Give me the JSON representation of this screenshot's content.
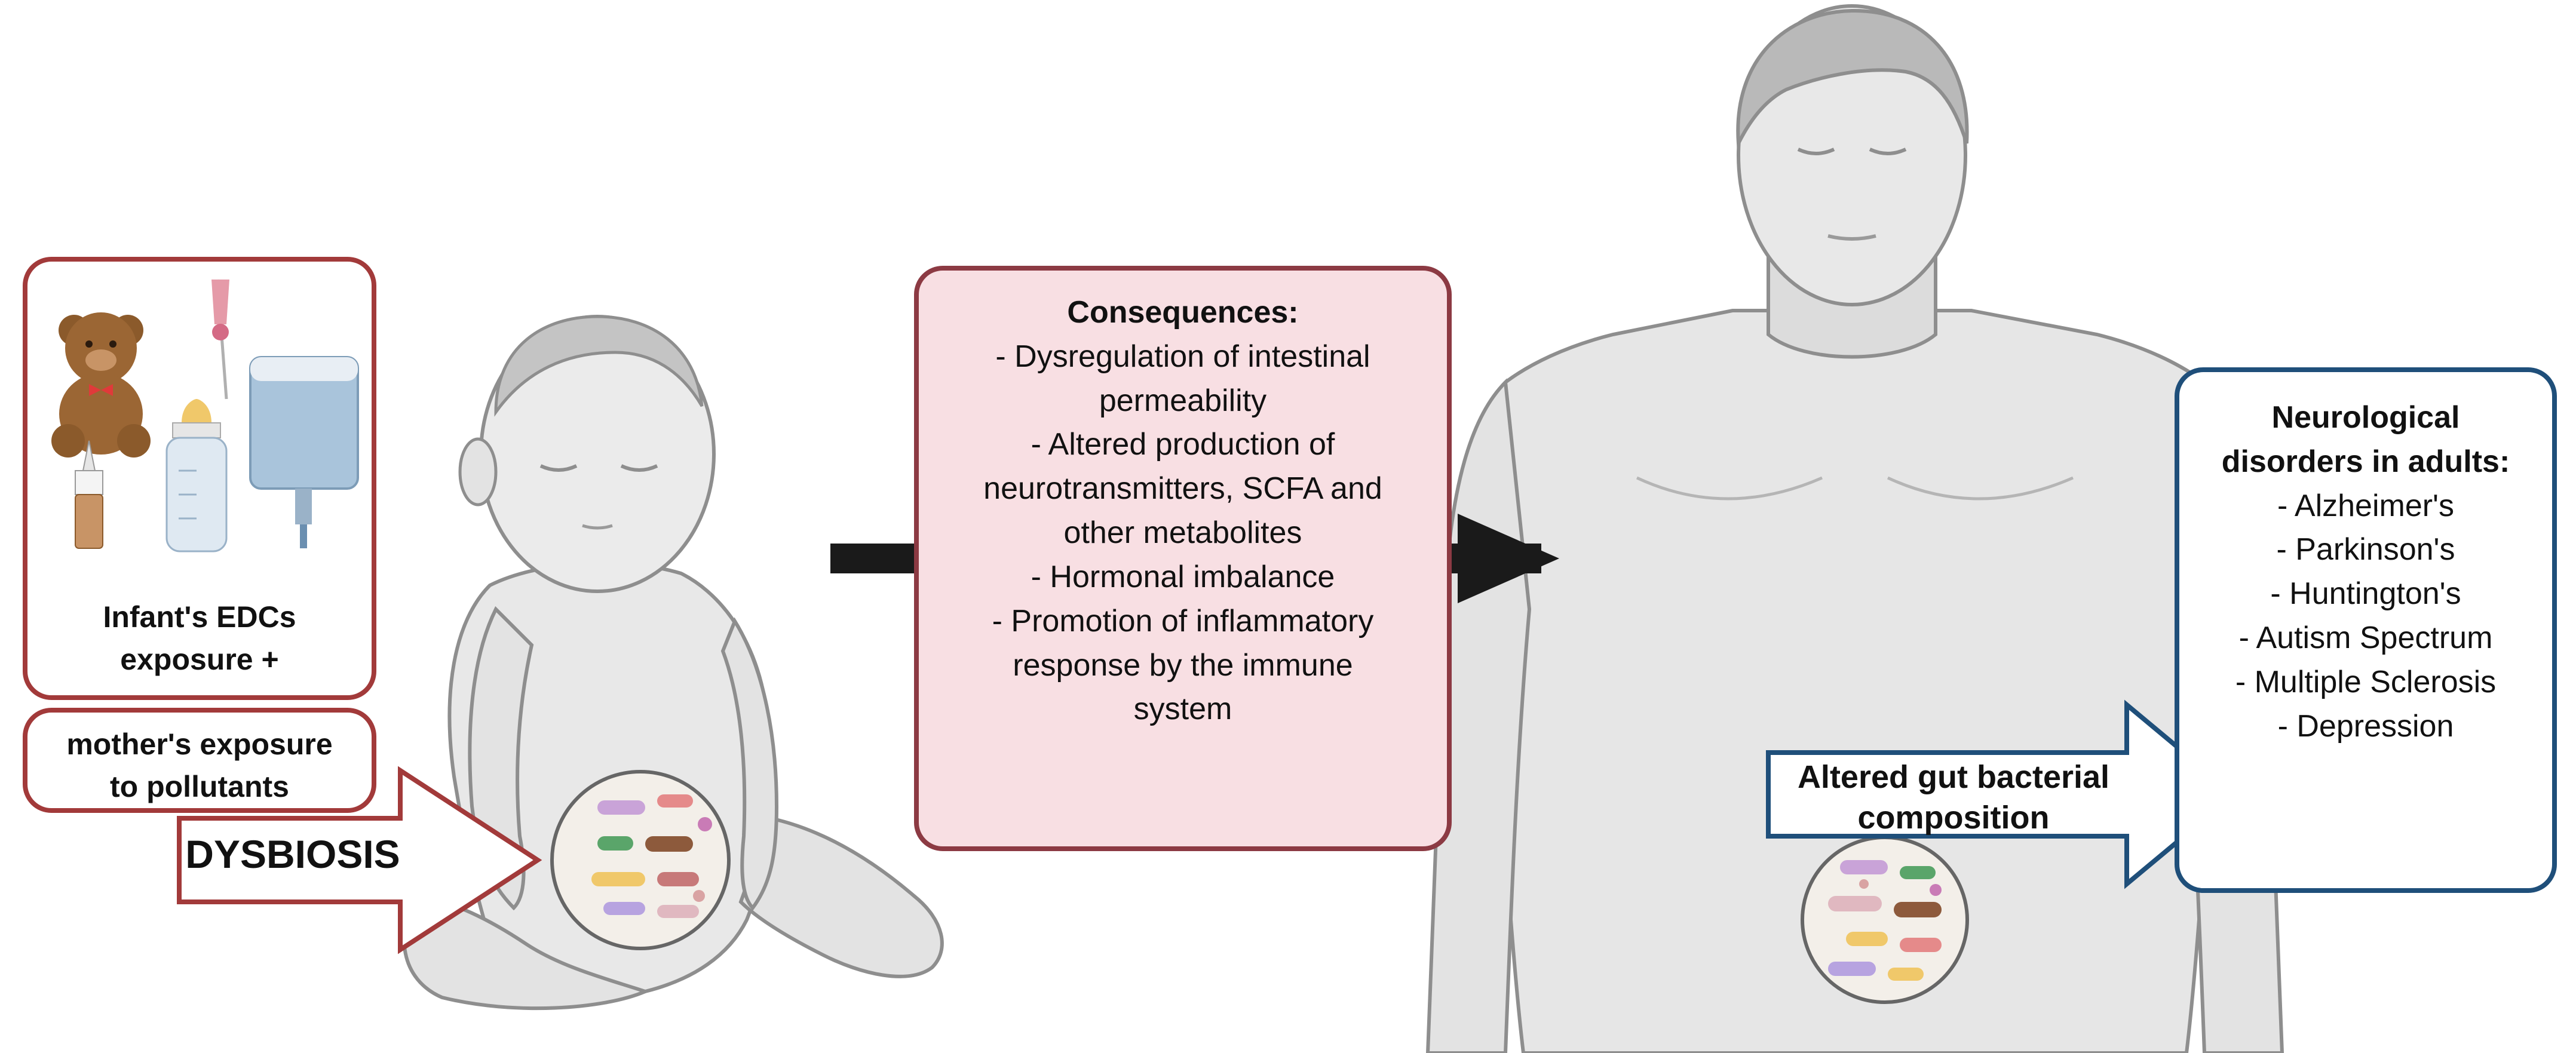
{
  "infant_box": {
    "line1": "Infant's  EDCs",
    "line2": "exposure +"
  },
  "mother_box": {
    "line1": "mother's exposure",
    "line2": "to pollutants"
  },
  "dysbiosis_arrow": {
    "label": "DYSBIOSIS"
  },
  "consequences_box": {
    "heading": "Consequences:",
    "lines": [
      "- Dysregulation of intestinal",
      "permeability",
      "- Altered production of",
      "neurotransmitters, SCFA and",
      "other metabolites",
      "- Hormonal imbalance",
      "- Promotion of inflammatory",
      "response by the immune",
      "system"
    ]
  },
  "gut_arrow": {
    "line1": "Altered gut bacterial",
    "line2": "composition"
  },
  "neuro_box": {
    "heading_line1": "Neurological",
    "heading_line2": "disorders in adults:",
    "items": [
      "- Alzheimer's",
      "- Parkinson's",
      "- Huntington's",
      "- Autism Spectrum",
      "- Multiple Sclerosis",
      "- Depression"
    ]
  },
  "colors": {
    "red_border": "#a23a3a",
    "pink_fill": "#f8dfe3",
    "blue_border": "#1f4f7a",
    "skin_gray": "#e6e6e6",
    "outline_gray": "#8e8e8e",
    "arrow_black": "#1a1a1a"
  }
}
